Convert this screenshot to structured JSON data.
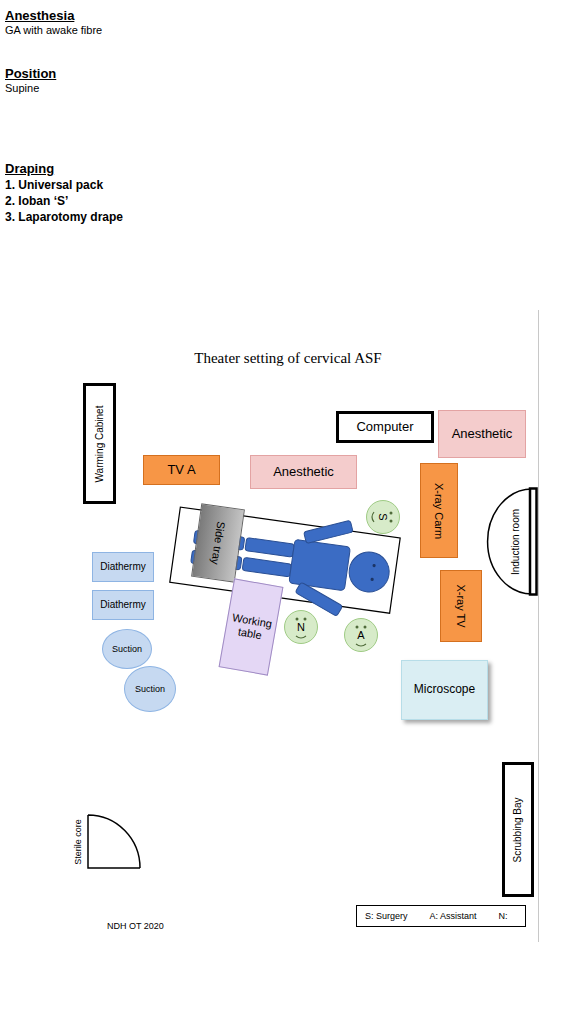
{
  "diagram": {
    "title": "Theater setting of cervical ASF",
    "nodes": [
      {
        "text": [
          "Warming Cabinet"
        ]
      },
      {
        "text": [
          "Computer"
        ]
      },
      {
        "text": [
          "Anesthetic"
        ]
      },
      {
        "text": [
          "TV A"
        ]
      },
      {
        "text": [
          "Anesthetic"
        ]
      },
      {
        "text": [
          "X-ray Carm"
        ]
      },
      {
        "text": [
          "S"
        ]
      },
      {
        "text": [
          "Side tray"
        ]
      },
      {
        "text": [
          "Induction room"
        ]
      },
      {
        "text": [
          "Diathermy"
        ]
      },
      {
        "text": [
          "Diathermy"
        ]
      },
      {
        "text": [
          "Working table"
        ]
      },
      {
        "text": [
          "N"
        ]
      },
      {
        "text": [
          "A"
        ]
      },
      {
        "text": [
          "Suction"
        ]
      },
      {
        "text": [
          "Suction"
        ]
      },
      {
        "text": [
          "X-ray TV"
        ]
      },
      {
        "text": [
          "Microscope"
        ]
      },
      {
        "text": [
          "Sterile core"
        ]
      },
      {
        "text": [
          "Scrubbing Bay"
        ]
      },
      {
        "text": [
          "S: Surgery",
          "A: Assistant",
          "N:"
        ]
      }
    ],
    "labels": [
      "Anesthesia",
      "GA with awake fibre",
      "Position",
      "Supine",
      "Draping",
      "1. Universal pack",
      "2. Ioban ‘S’",
      "3. Laparotomy drape",
      "NDH OT 2020"
    ]
  }
}
